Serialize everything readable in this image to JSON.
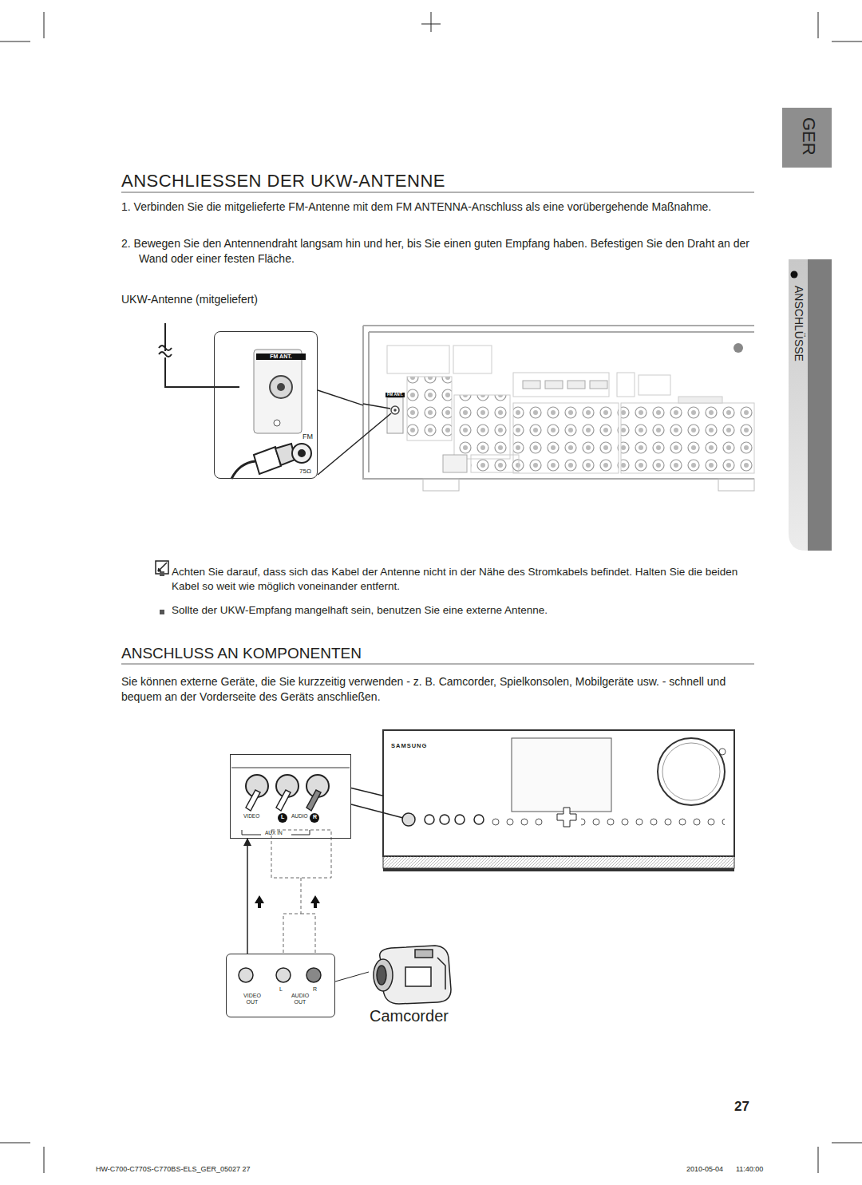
{
  "diagram": {
    "title": "ANSCHLIESSEN DER UKW-ANTENNE",
    "nodes": [
      {
        "text": [
          "GER"
        ]
      },
      {
        "text": [
          "ANSCHLÜSSE"
        ]
      },
      {
        "text": [
          "FM ANT.",
          "FM",
          "75Ω"
        ]
      },
      {
        "text": [
          "FM ANT."
        ]
      },
      {
        "text": [
          "VIDEO",
          "L",
          "AUDIO",
          "R",
          "AUX IN"
        ]
      },
      {
        "text": [
          "SAMSUNG"
        ]
      },
      {
        "text": [
          "VIDEO OUT",
          "L",
          "AUDIO OUT",
          "R"
        ]
      }
    ],
    "edges": [
      {
        "from": 2,
        "to": 3,
        "arrow": "none"
      },
      {
        "from": 4,
        "to": 5,
        "arrow": "none"
      },
      {
        "from": 6,
        "to": 4,
        "arrow": "to"
      }
    ],
    "labels": [
      "1. Verbinden Sie die mitgelieferte FM-Antenne mit dem FM ANTENNA-Anschluss als eine vorübergehende Maßnahme.",
      "2. Bewegen Sie den Antennendraht langsam hin und her, bis Sie einen guten Empfang haben. Befestigen Sie den Draht an der Wand oder einer festen Fläche.",
      "UKW-Antenne (mitgeliefert)",
      "Achten Sie darauf, dass sich das Kabel der Antenne nicht in der Nähe des Stromkabels befindet. Halten Sie die beiden Kabel so weit wie möglich voneinander entfernt.",
      "Sollte der UKW-Empfang mangelhaft sein, benutzen Sie eine externe Antenne.",
      "ANSCHLUSS AN KOMPONENTEN",
      "Sie können externe Geräte, die Sie kurzzeitig verwenden - z. B. Camcorder, Spielkonsolen, Mobilgeräte usw. - schnell und bequem an der Vorderseite des Geräts anschließen.",
      "Camcorder",
      "27",
      "HW-C700-C770S-C770BS-ELS_GER_05027 27",
      "2010-05-04",
      "11:40:00"
    ]
  }
}
